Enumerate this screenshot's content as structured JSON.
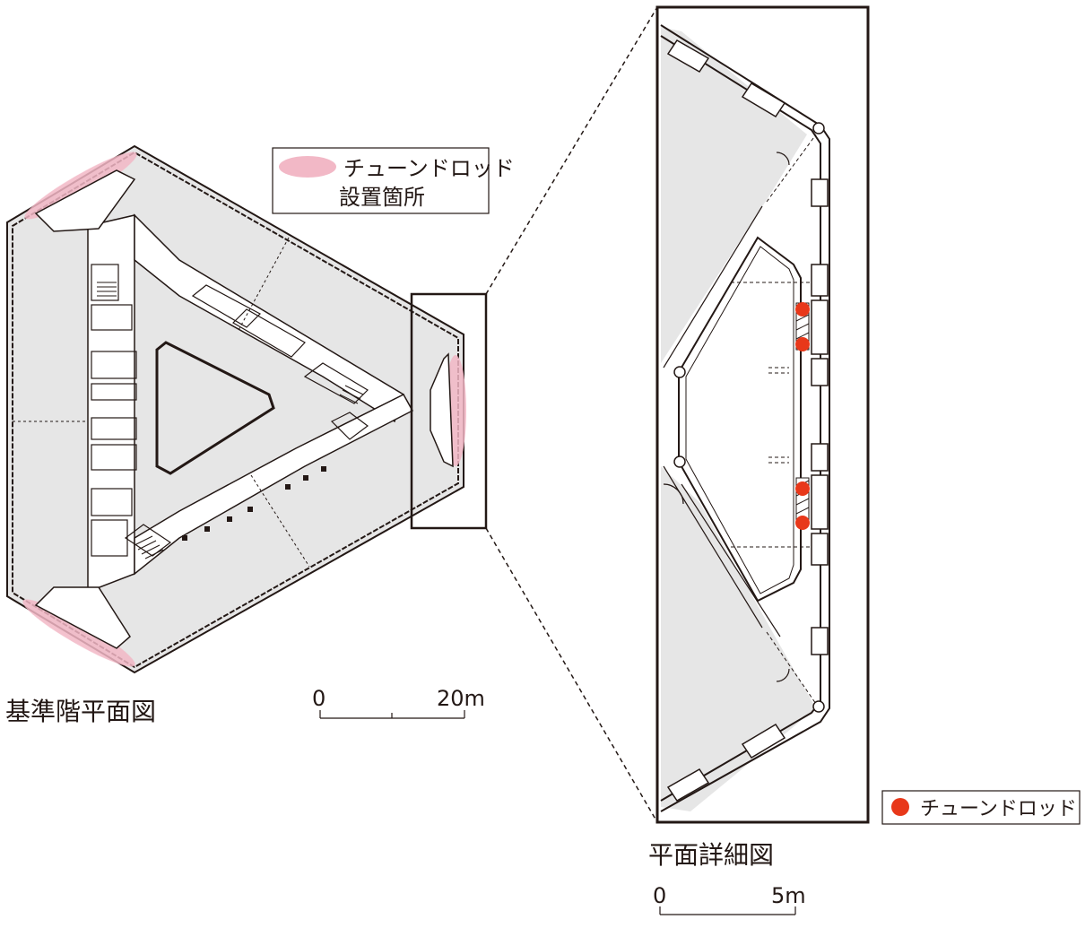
{
  "plan": {
    "caption": "基準階平面図"
  },
  "plan_scale": {
    "zero": "0",
    "max": "20m"
  },
  "detail": {
    "caption": "平面詳細図"
  },
  "detail_scale": {
    "zero": "0",
    "max": "5m"
  },
  "legend_location": {
    "line1": "チューンドロッド",
    "line2": "設置箇所"
  },
  "legend_rod": {
    "label": "チューンドロッド"
  },
  "colors": {
    "floor": "#e6e6e6",
    "line": "#231815",
    "highlight_pink": "#f2b8c6",
    "rod_red": "#e8381a"
  }
}
